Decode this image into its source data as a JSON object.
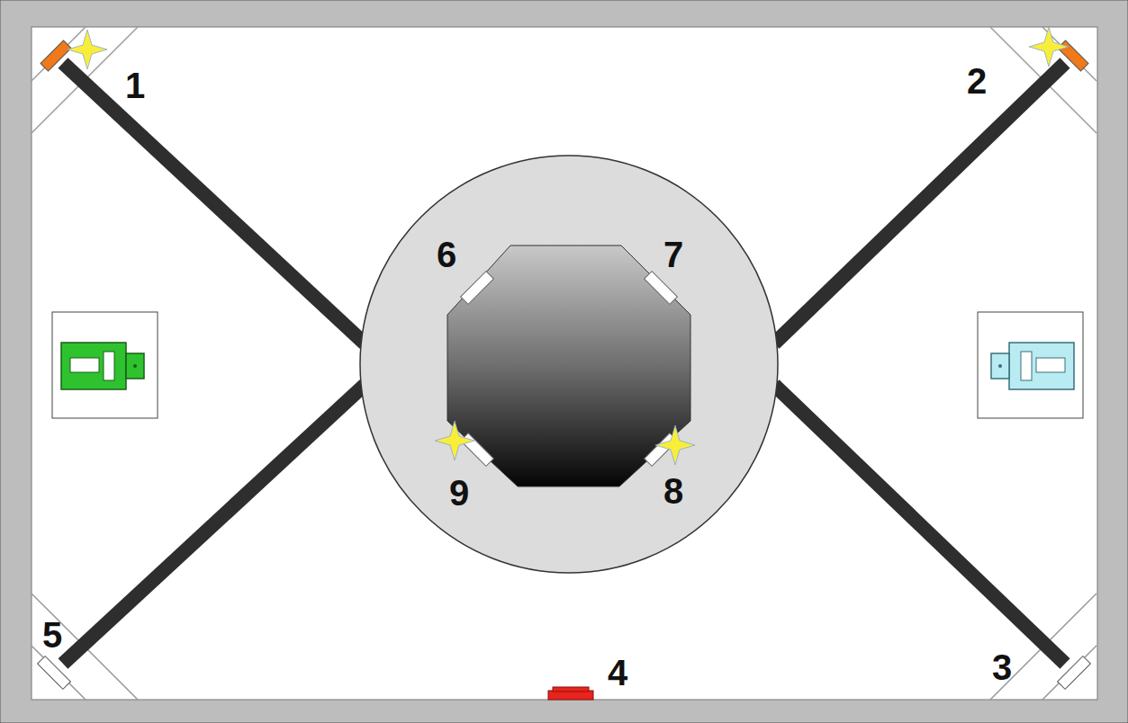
{
  "diagram": {
    "labels": [
      "1",
      "2",
      "6",
      "7",
      "9",
      "8",
      "5",
      "4",
      "3"
    ]
  }
}
